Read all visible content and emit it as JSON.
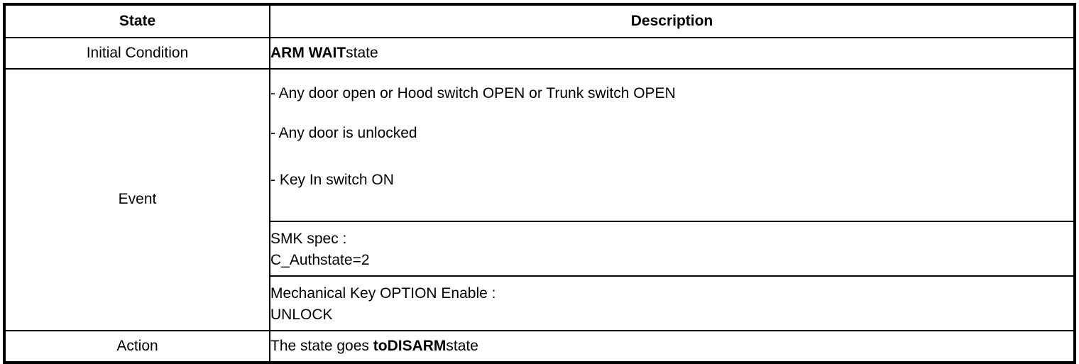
{
  "table": {
    "headers": {
      "state": "State",
      "description": "Description"
    },
    "rows": {
      "initial_condition": {
        "label": "Initial Condition",
        "description_bold": "ARM WAIT",
        "description_rest": "state"
      },
      "event": {
        "label": "Event",
        "conditions": [
          "-  Any door open or Hood switch OPEN or Trunk switch OPEN",
          "-  Any door is unlocked",
          "-  Key In switch ON"
        ],
        "smk_spec": {
          "line1": "SMK spec :",
          "line2": "C_Authstate=2"
        },
        "mechanical_key": {
          "line1": "Mechanical Key OPTION Enable :",
          "line2": "UNLOCK"
        }
      },
      "action": {
        "label": "Action",
        "description_prefix": "The state goes ",
        "description_bold": "toDISARM",
        "description_suffix": "state"
      }
    }
  },
  "colors": {
    "border": "#000000",
    "text": "#000000",
    "background": "#ffffff"
  }
}
